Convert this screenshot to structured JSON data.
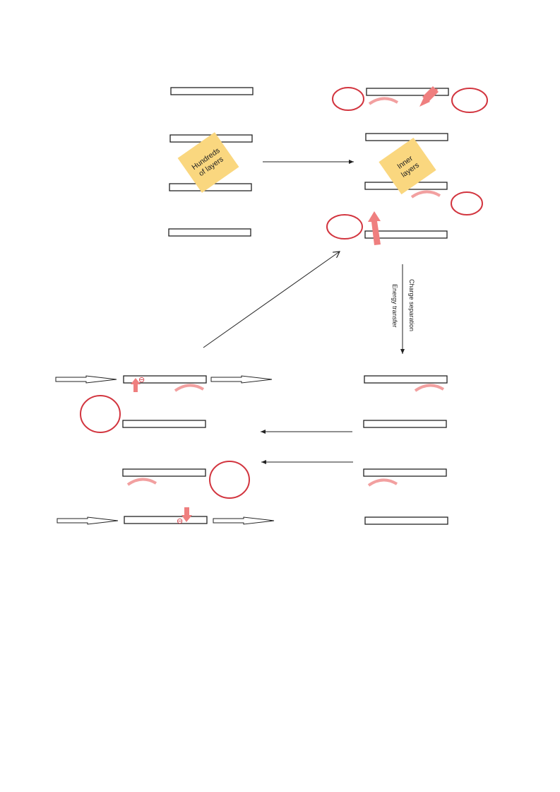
{
  "colors": {
    "ink": "#222222",
    "circle": "#d2353f",
    "arrow_fill": "#ef7f7f",
    "note_fill": "#fad77f",
    "background": "#ffffff"
  },
  "notes": {
    "hundreds_layers": [
      "Hundreds",
      "of layers"
    ],
    "inner_layers": [
      "Inner",
      "layers"
    ]
  },
  "labels": {
    "charge_separation": "Charge separation",
    "energy_transfer": "Energy transfer"
  },
  "charge_symbol": "⊖"
}
